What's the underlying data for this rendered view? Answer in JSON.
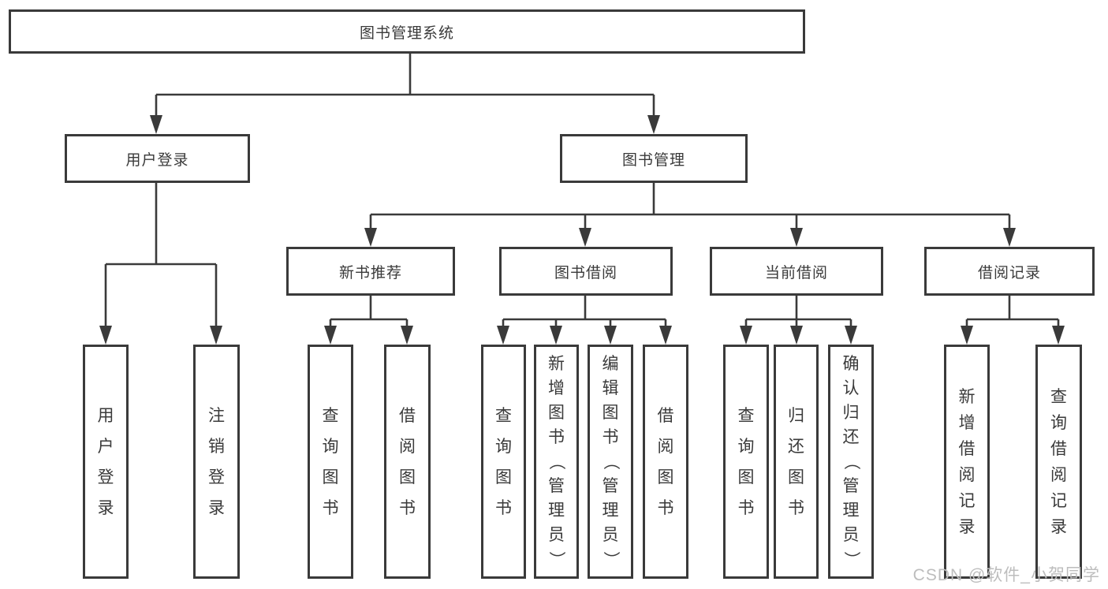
{
  "diagram": {
    "root": {
      "label": "图书管理系统"
    },
    "branches": [
      {
        "label": "用户登录",
        "children": [
          {
            "label": "用户登录"
          },
          {
            "label": "注销登录"
          }
        ]
      },
      {
        "label": "图书管理",
        "children": [
          {
            "label": "新书推荐",
            "children": [
              {
                "label": "查询图书"
              },
              {
                "label": "借阅图书"
              }
            ]
          },
          {
            "label": "图书借阅",
            "children": [
              {
                "label": "查询图书"
              },
              {
                "label": "新增图书（管理员）"
              },
              {
                "label": "编辑图书（管理员）"
              },
              {
                "label": "借阅图书"
              }
            ]
          },
          {
            "label": "当前借阅",
            "children": [
              {
                "label": "查询图书"
              },
              {
                "label": "归还图书"
              },
              {
                "label": "确认归还（管理员）"
              }
            ]
          },
          {
            "label": "借阅记录",
            "children": [
              {
                "label": "新增借阅记录"
              },
              {
                "label": "查询借阅记录"
              }
            ]
          }
        ]
      }
    ]
  },
  "watermark": {
    "text": "CSDN @软件_小贺同学"
  },
  "colors": {
    "line": "#3a3a3a",
    "text": "#3a3a3a",
    "watermark": "#bdbdbd",
    "background": "#ffffff"
  }
}
